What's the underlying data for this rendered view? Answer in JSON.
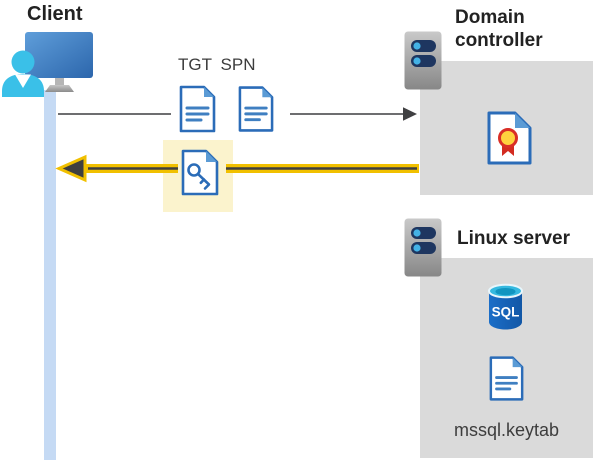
{
  "client": {
    "label": "Client"
  },
  "tickets": {
    "tgt_label": "TGT",
    "spn_label": "SPN"
  },
  "domain_controller": {
    "label": "Domain controller"
  },
  "linux_server": {
    "label": "Linux server",
    "keytab_file_label": "mssql.keytab",
    "sql_badge": "SQL"
  },
  "icons": {
    "client": "monitor-user-icon",
    "tgt": "document-icon",
    "spn": "document-icon",
    "key_ticket": "key-document-icon",
    "domain_controller": "server-icon",
    "certificate": "certificate-icon",
    "linux_server": "server-icon",
    "database": "sql-database-icon",
    "keytab": "document-icon"
  },
  "colors": {
    "doc_border_blue": "#2b6cb8",
    "doc_fold_blue": "#5b9bd5",
    "client_lifeline_blue": "#c5daf4",
    "highlight_yellow": "#fbf3cd",
    "arrow_gold": "#f1c000",
    "arrow_dark": "#3f3f3f",
    "request_arrow_gray": "#58595b",
    "box_gray": "#dadada",
    "server_bar_navy": "#1e3660",
    "server_dot_cyan": "#44b2e6",
    "sql_cylinder_blue": "#1560b0",
    "sql_top_cyan": "#35b9e0",
    "certificate_seal_yellow": "#ffd23e",
    "certificate_ribbon_red": "#d32b20",
    "person_cyan": "#3ac0e8"
  }
}
